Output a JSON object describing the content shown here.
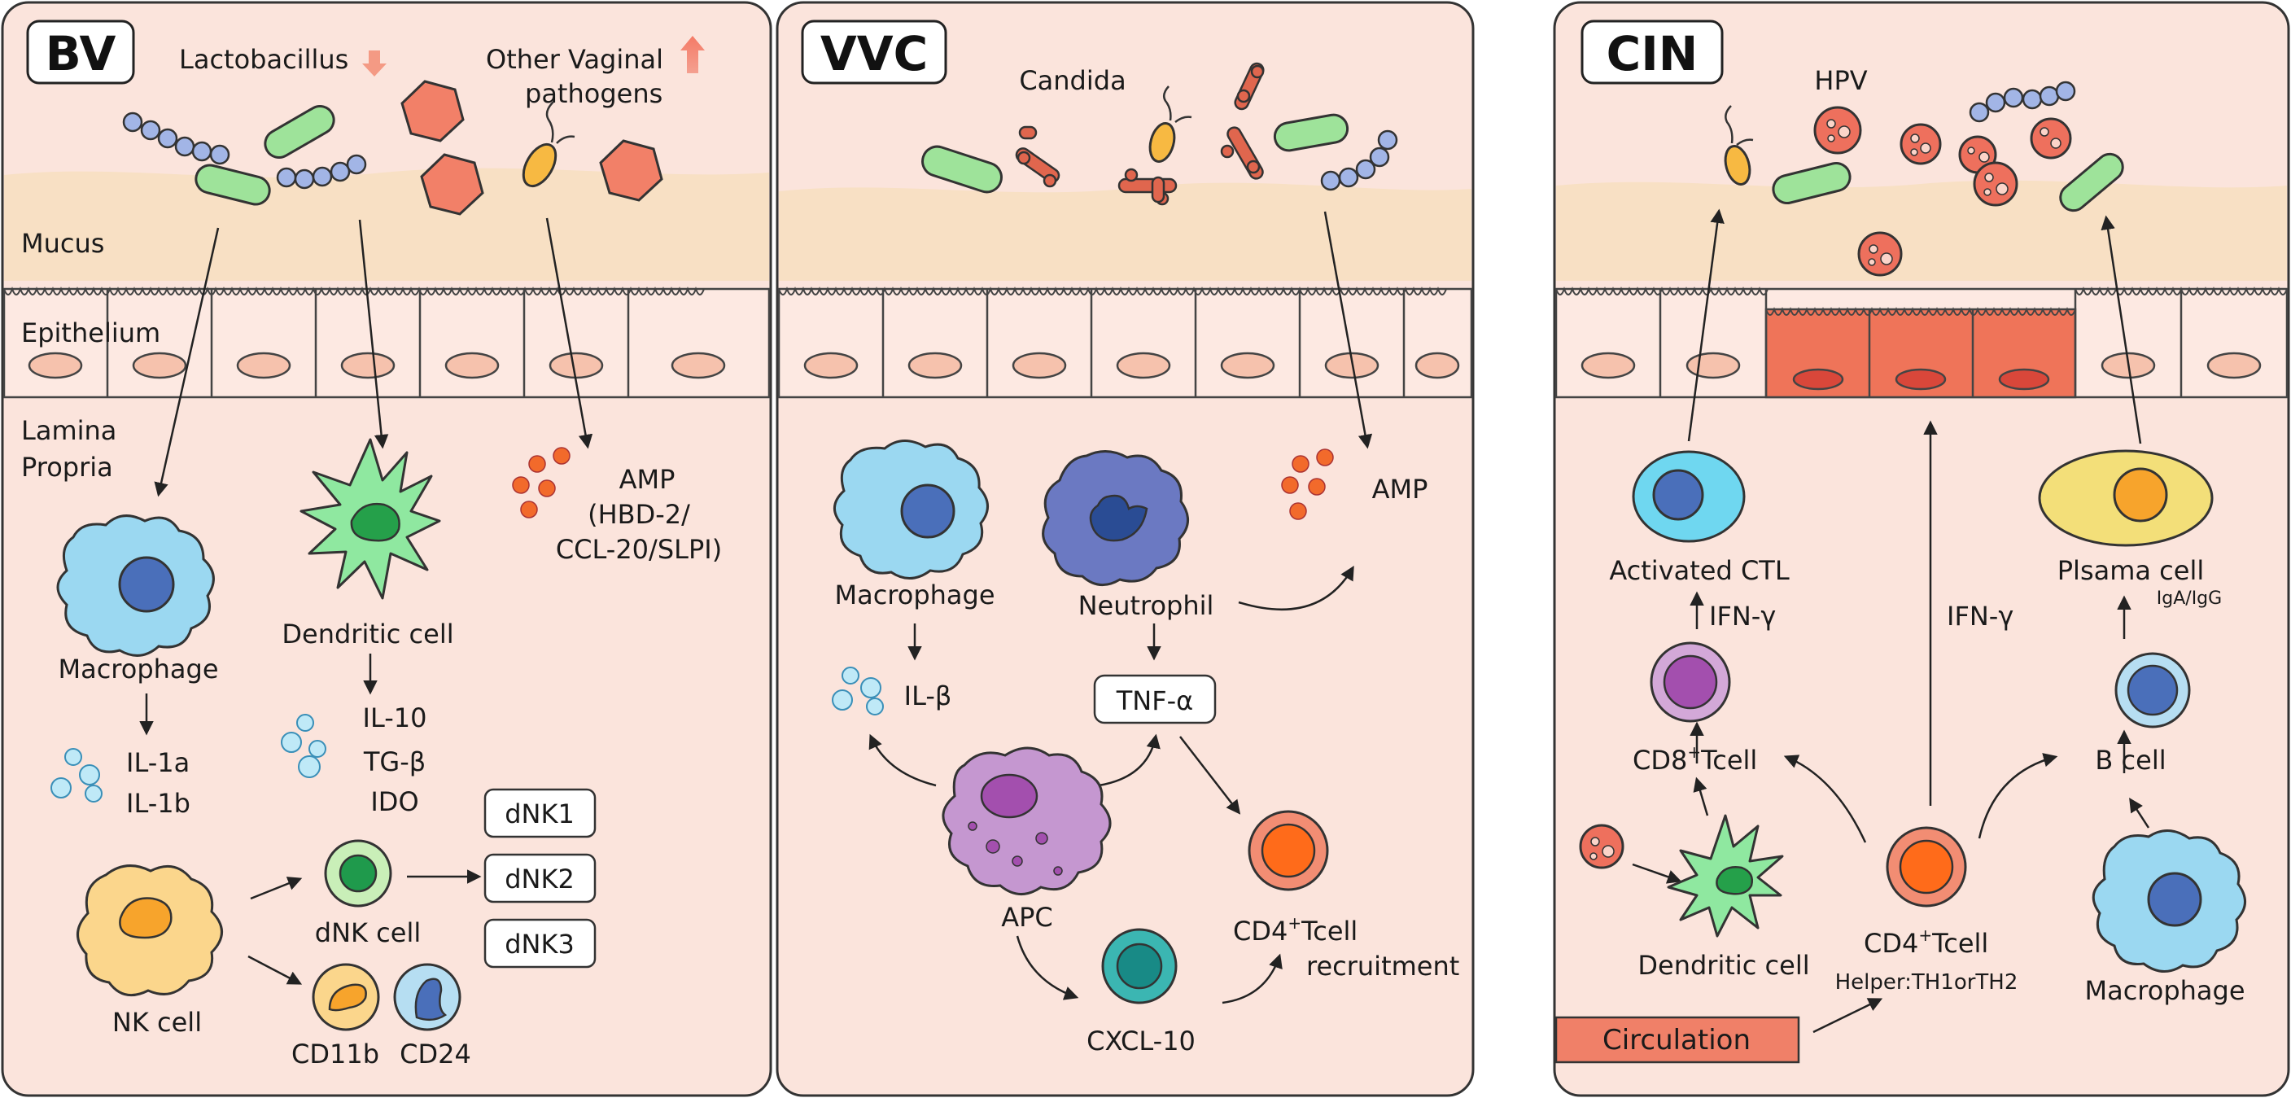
{
  "panels": [
    {
      "title": "BV",
      "labels": {
        "lactobacillus": "Lactobacillus",
        "other_pathogens_1": "Other Vaginal",
        "other_pathogens_2": "pathogens",
        "mucus": "Mucus",
        "epithelium": "Epithelium",
        "lamina_1": "Lamina",
        "lamina_2": "Propria",
        "amp_1": "AMP",
        "amp_2": "(HBD-2/",
        "amp_3": "CCL-20/SLPI)",
        "dendritic": "Dendritic cell",
        "macrophage": "Macrophage",
        "il10": "IL-10",
        "tgb": "TG-β",
        "ido": "IDO",
        "il1a": "IL-1a",
        "il1b": "IL-1b",
        "dnk1": "dNK1",
        "dnk2": "dNK2",
        "dnk3": "dNK3",
        "dnk_cell": "dNK cell",
        "nk_cell": "NK cell",
        "cd11b": "CD11b",
        "cd24": "CD24"
      }
    },
    {
      "title": "VVC",
      "labels": {
        "candida": "Candida",
        "macrophage": "Macrophage",
        "neutrophil": "Neutrophil",
        "amp": "AMP",
        "ilb": "IL-β",
        "tnfa": "TNF-α",
        "apc": "APC",
        "cxcl10": "CXCL-10",
        "cd4_pre": "CD4",
        "cd4_sup": "+",
        "cd4_post": "Tcell",
        "recruitment": "recruitment"
      }
    },
    {
      "title": "CIN",
      "labels": {
        "hpv": "HPV",
        "activated_ctl": "Activated CTL",
        "ifn_left": "IFN-γ",
        "ifn_mid": "IFN-γ",
        "plasma": "Plsama cell",
        "iga": "IgA/IgG",
        "cd8_pre": "CD8",
        "cd8_sup": "+",
        "cd8_post": "Tcell",
        "b_cell": "B cell",
        "dendritic": "Dendritic cell",
        "cd4_pre": "CD4",
        "cd4_sup": "+",
        "cd4_post": "Tcell",
        "helper": "Helper:TH1orTH2",
        "macrophage": "Macrophage",
        "circulation": "Circulation"
      }
    }
  ],
  "colors": {
    "panel_bg": "#fbe4dc",
    "mucus": "#f8e0c4",
    "epithelial": "#fde9e2",
    "nucleus": "#f6c2ad",
    "dysplastic": "#ef7459",
    "macrophage": "#9bd8f1",
    "mac_nucleus": "#4a6fba",
    "dendritic": "#8fe8a0",
    "nk": "#fbd68c",
    "amp_dot": "#f26a2b",
    "hpv": "#ee705d",
    "bacillus": "#9ee39a",
    "coccus": "#a2b5e6",
    "hexagon": "#f28068",
    "candida": "#e0664e",
    "circulation": "#f08068"
  },
  "icons": [
    "arrow-down-icon",
    "arrow-up-icon"
  ]
}
